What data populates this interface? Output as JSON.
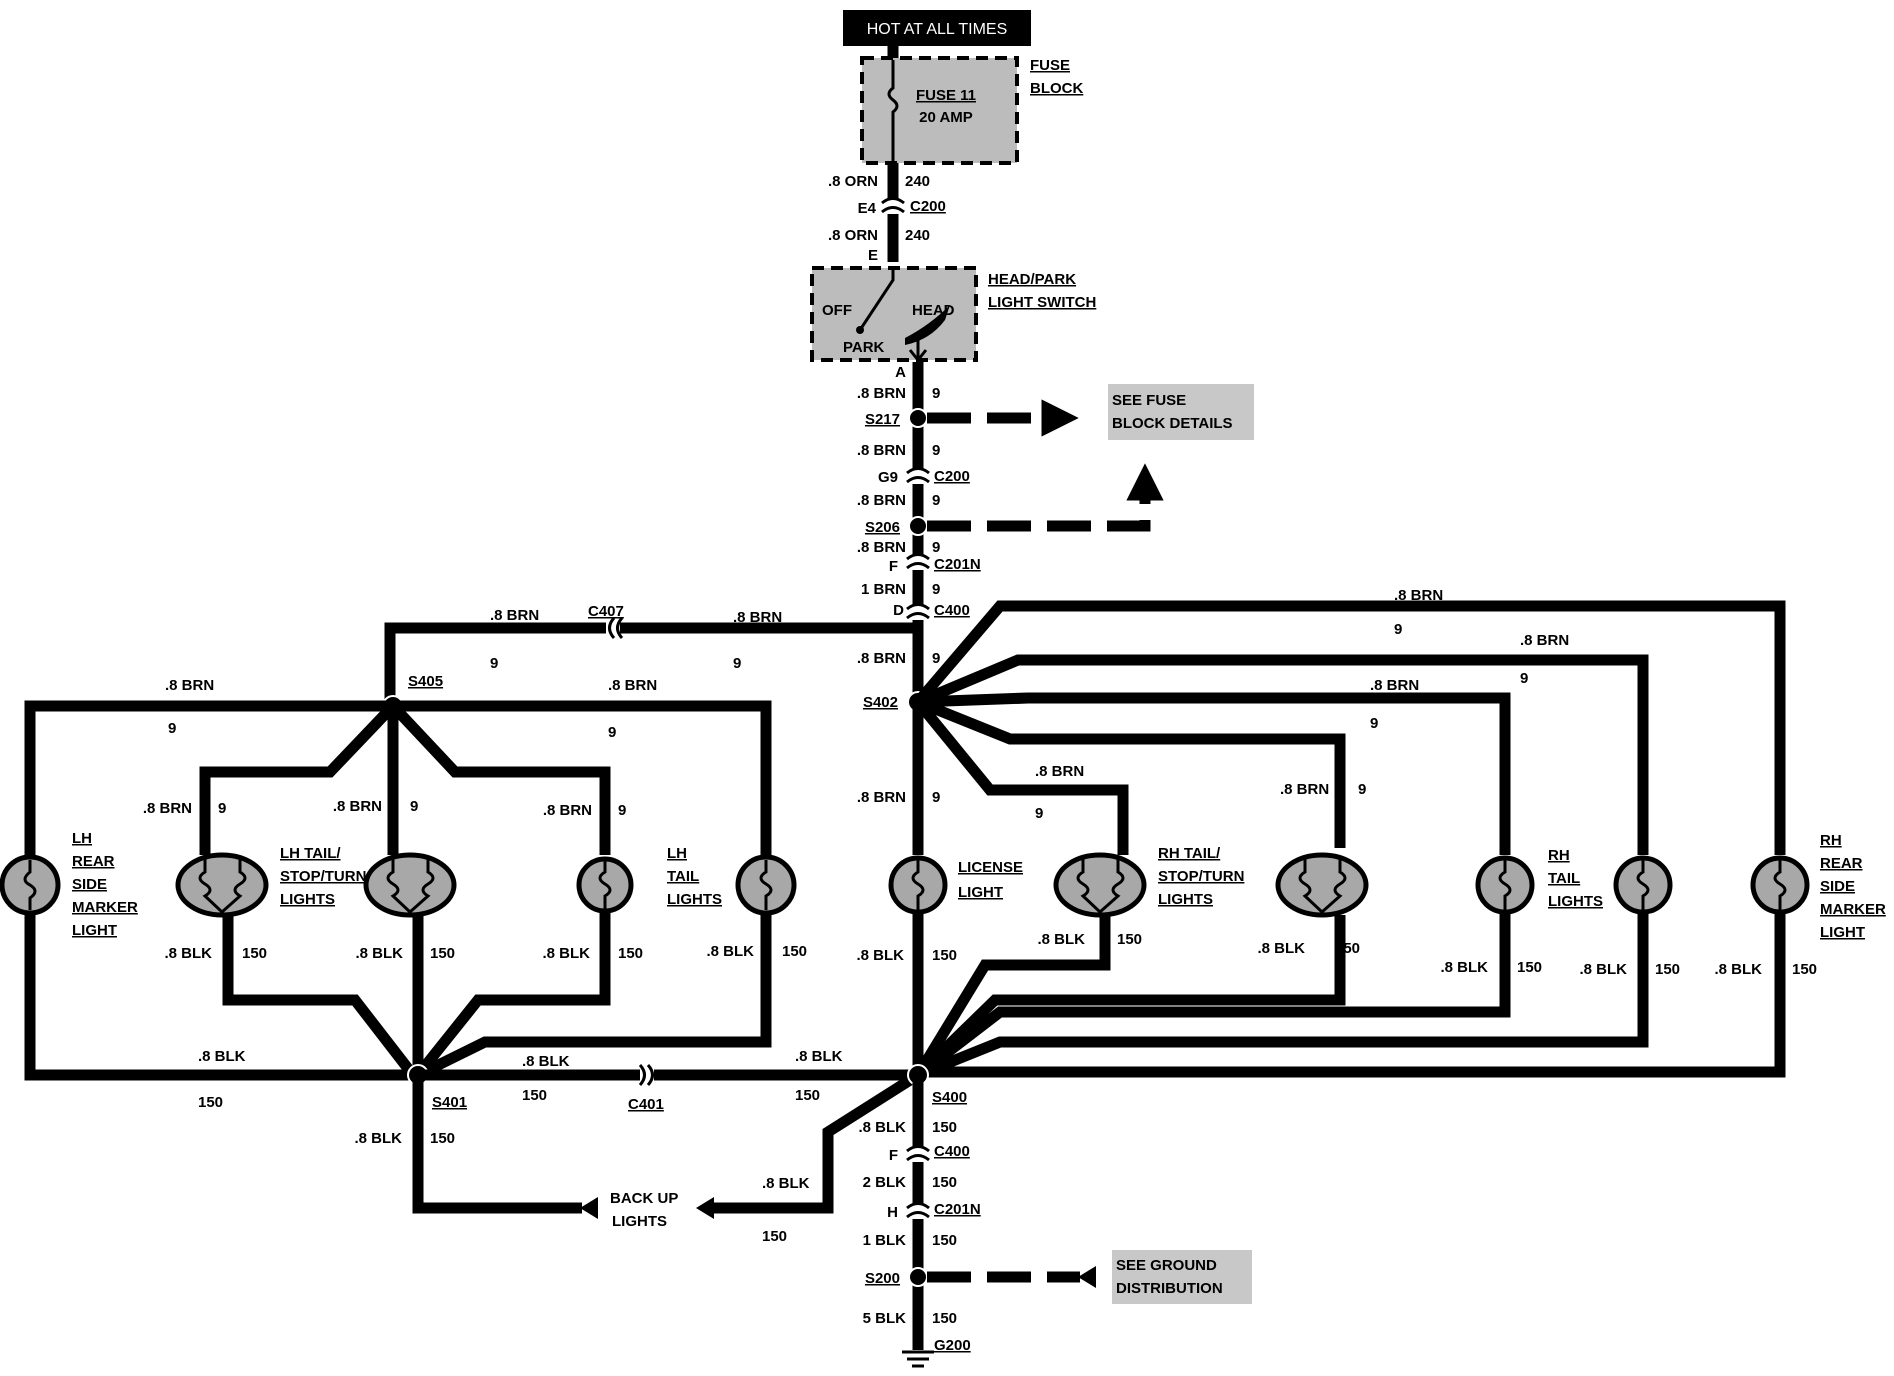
{
  "header": {
    "power": "HOT AT ALL TIMES"
  },
  "fuse_block": {
    "fuse": "FUSE 11",
    "rating": "20 AMP",
    "label_1": "FUSE",
    "label_2": "BLOCK"
  },
  "switch": {
    "label_1": "HEAD/PARK",
    "label_2": "LIGHT SWITCH",
    "off": "OFF",
    "head": "HEAD",
    "park": "PARK",
    "pin_in": "E",
    "pin_out": "A"
  },
  "trunk": {
    "w1_gauge": ".8 ORN",
    "w1_circuit": "240",
    "c200_pin_a": "E4",
    "c200": "C200",
    "w2_gauge": ".8 ORN",
    "w2_circuit": "240",
    "w3_gauge": ".8 BRN",
    "w3_circuit": "9",
    "s217": "S217",
    "w4_gauge": ".8 BRN",
    "w4_circuit": "9",
    "c200_pin_b": "G9",
    "c200_b": "C200",
    "w5_gauge": ".8 BRN",
    "w5_circuit": "9",
    "s206": "S206",
    "w6_gauge": ".8 BRN",
    "w6_circuit": "9",
    "c201n_pin": "F",
    "c201n": "C201N",
    "w7_gauge": "1 BRN",
    "w7_circuit": "9",
    "c400_pin": "D",
    "c400": "C400",
    "w8_gauge": ".8 BRN",
    "w8_circuit": "9",
    "s402": "S402"
  },
  "fuse_details": {
    "line1": "SEE FUSE",
    "line2": "BLOCK DETAILS"
  },
  "left": {
    "w_top_left_gauge": ".8 BRN",
    "w_top_left_circuit": "9",
    "c407": "C407",
    "w_top_right_gauge": ".8 BRN",
    "w_top_right_circuit": "9",
    "s405": "S405",
    "w_outer_left_gauge": ".8 BRN",
    "w_outer_left_circuit": "9",
    "w_outer_right_gauge": ".8 BRN",
    "w_outer_right_circuit": "9",
    "br1_gauge": ".8 BRN",
    "br1_circuit": "9",
    "br2_gauge": ".8 BRN",
    "br2_circuit": "9",
    "br3_gauge": ".8 BRN",
    "br3_circuit": "9",
    "rear_marker": [
      "LH",
      "REAR",
      "SIDE",
      "MARKER",
      "LIGHT"
    ],
    "tail_stop": [
      "LH TAIL/",
      "STOP/TURN",
      "LIGHTS"
    ],
    "tail": [
      "LH",
      "TAIL",
      "LIGHTS"
    ],
    "g1_gauge": ".8 BLK",
    "g1_circuit": "150",
    "g2_gauge": ".8 BLK",
    "g2_circuit": "150",
    "g3_gauge": ".8 BLK",
    "g3_circuit": "150",
    "g4_gauge": ".8 BLK",
    "g4_circuit": "150",
    "bottom_gauge": ".8 BLK",
    "bottom_circuit": "150",
    "s401": "S401",
    "c401_gauge": ".8 BLK",
    "c401_circuit": "150",
    "c401": "C401",
    "down_gauge": ".8 BLK",
    "down_circuit": "150"
  },
  "backup": {
    "line1": "BACK UP",
    "line2": "LIGHTS",
    "gauge": ".8 BLK",
    "circuit": "150"
  },
  "right": {
    "w1_gauge": ".8 BRN",
    "w1_circuit": "9",
    "w2_gauge": ".8 BRN",
    "w2_circuit": "9",
    "w3_gauge": ".8 BRN",
    "w3_circuit": "9",
    "w4_gauge": ".8 BRN",
    "w4_circuit": "9",
    "w5_gauge": ".8 BRN",
    "w5_circuit": "9",
    "lic_gauge": ".8 BRN",
    "lic_circuit": "9",
    "license": [
      "LICENSE",
      "LIGHT"
    ],
    "tail_stop": [
      "RH TAIL/",
      "STOP/TURN",
      "LIGHTS"
    ],
    "tail": [
      "RH",
      "TAIL",
      "LIGHTS"
    ],
    "rear_marker": [
      "RH",
      "REAR",
      "SIDE",
      "MARKER",
      "LIGHT"
    ],
    "g_lic_gauge": ".8 BLK",
    "g_lic_circuit": "150",
    "g1_gauge": ".8 BLK",
    "g1_circuit": "150",
    "g2_gauge": ".8 BLK",
    "g2_circuit": "150",
    "g3_gauge": ".8 BLK",
    "g3_circuit": "150",
    "g4_gauge": ".8 BLK",
    "g4_circuit": "150",
    "g5_gauge": ".8 BLK",
    "g5_circuit": "150",
    "mid_gauge": ".8 BLK",
    "mid_circuit": "150",
    "s400": "S400"
  },
  "ground": {
    "w1_gauge": ".8 BLK",
    "w1_circuit": "150",
    "c400_pin": "F",
    "c400": "C400",
    "w2_gauge": "2 BLK",
    "w2_circuit": "150",
    "c201n_pin": "H",
    "c201n": "C201N",
    "w3_gauge": "1 BLK",
    "w3_circuit": "150",
    "s200": "S200",
    "w4_gauge": "5 BLK",
    "w4_circuit": "150",
    "g200": "G200",
    "dist_line1": "SEE GROUND",
    "dist_line2": "DISTRIBUTION"
  }
}
